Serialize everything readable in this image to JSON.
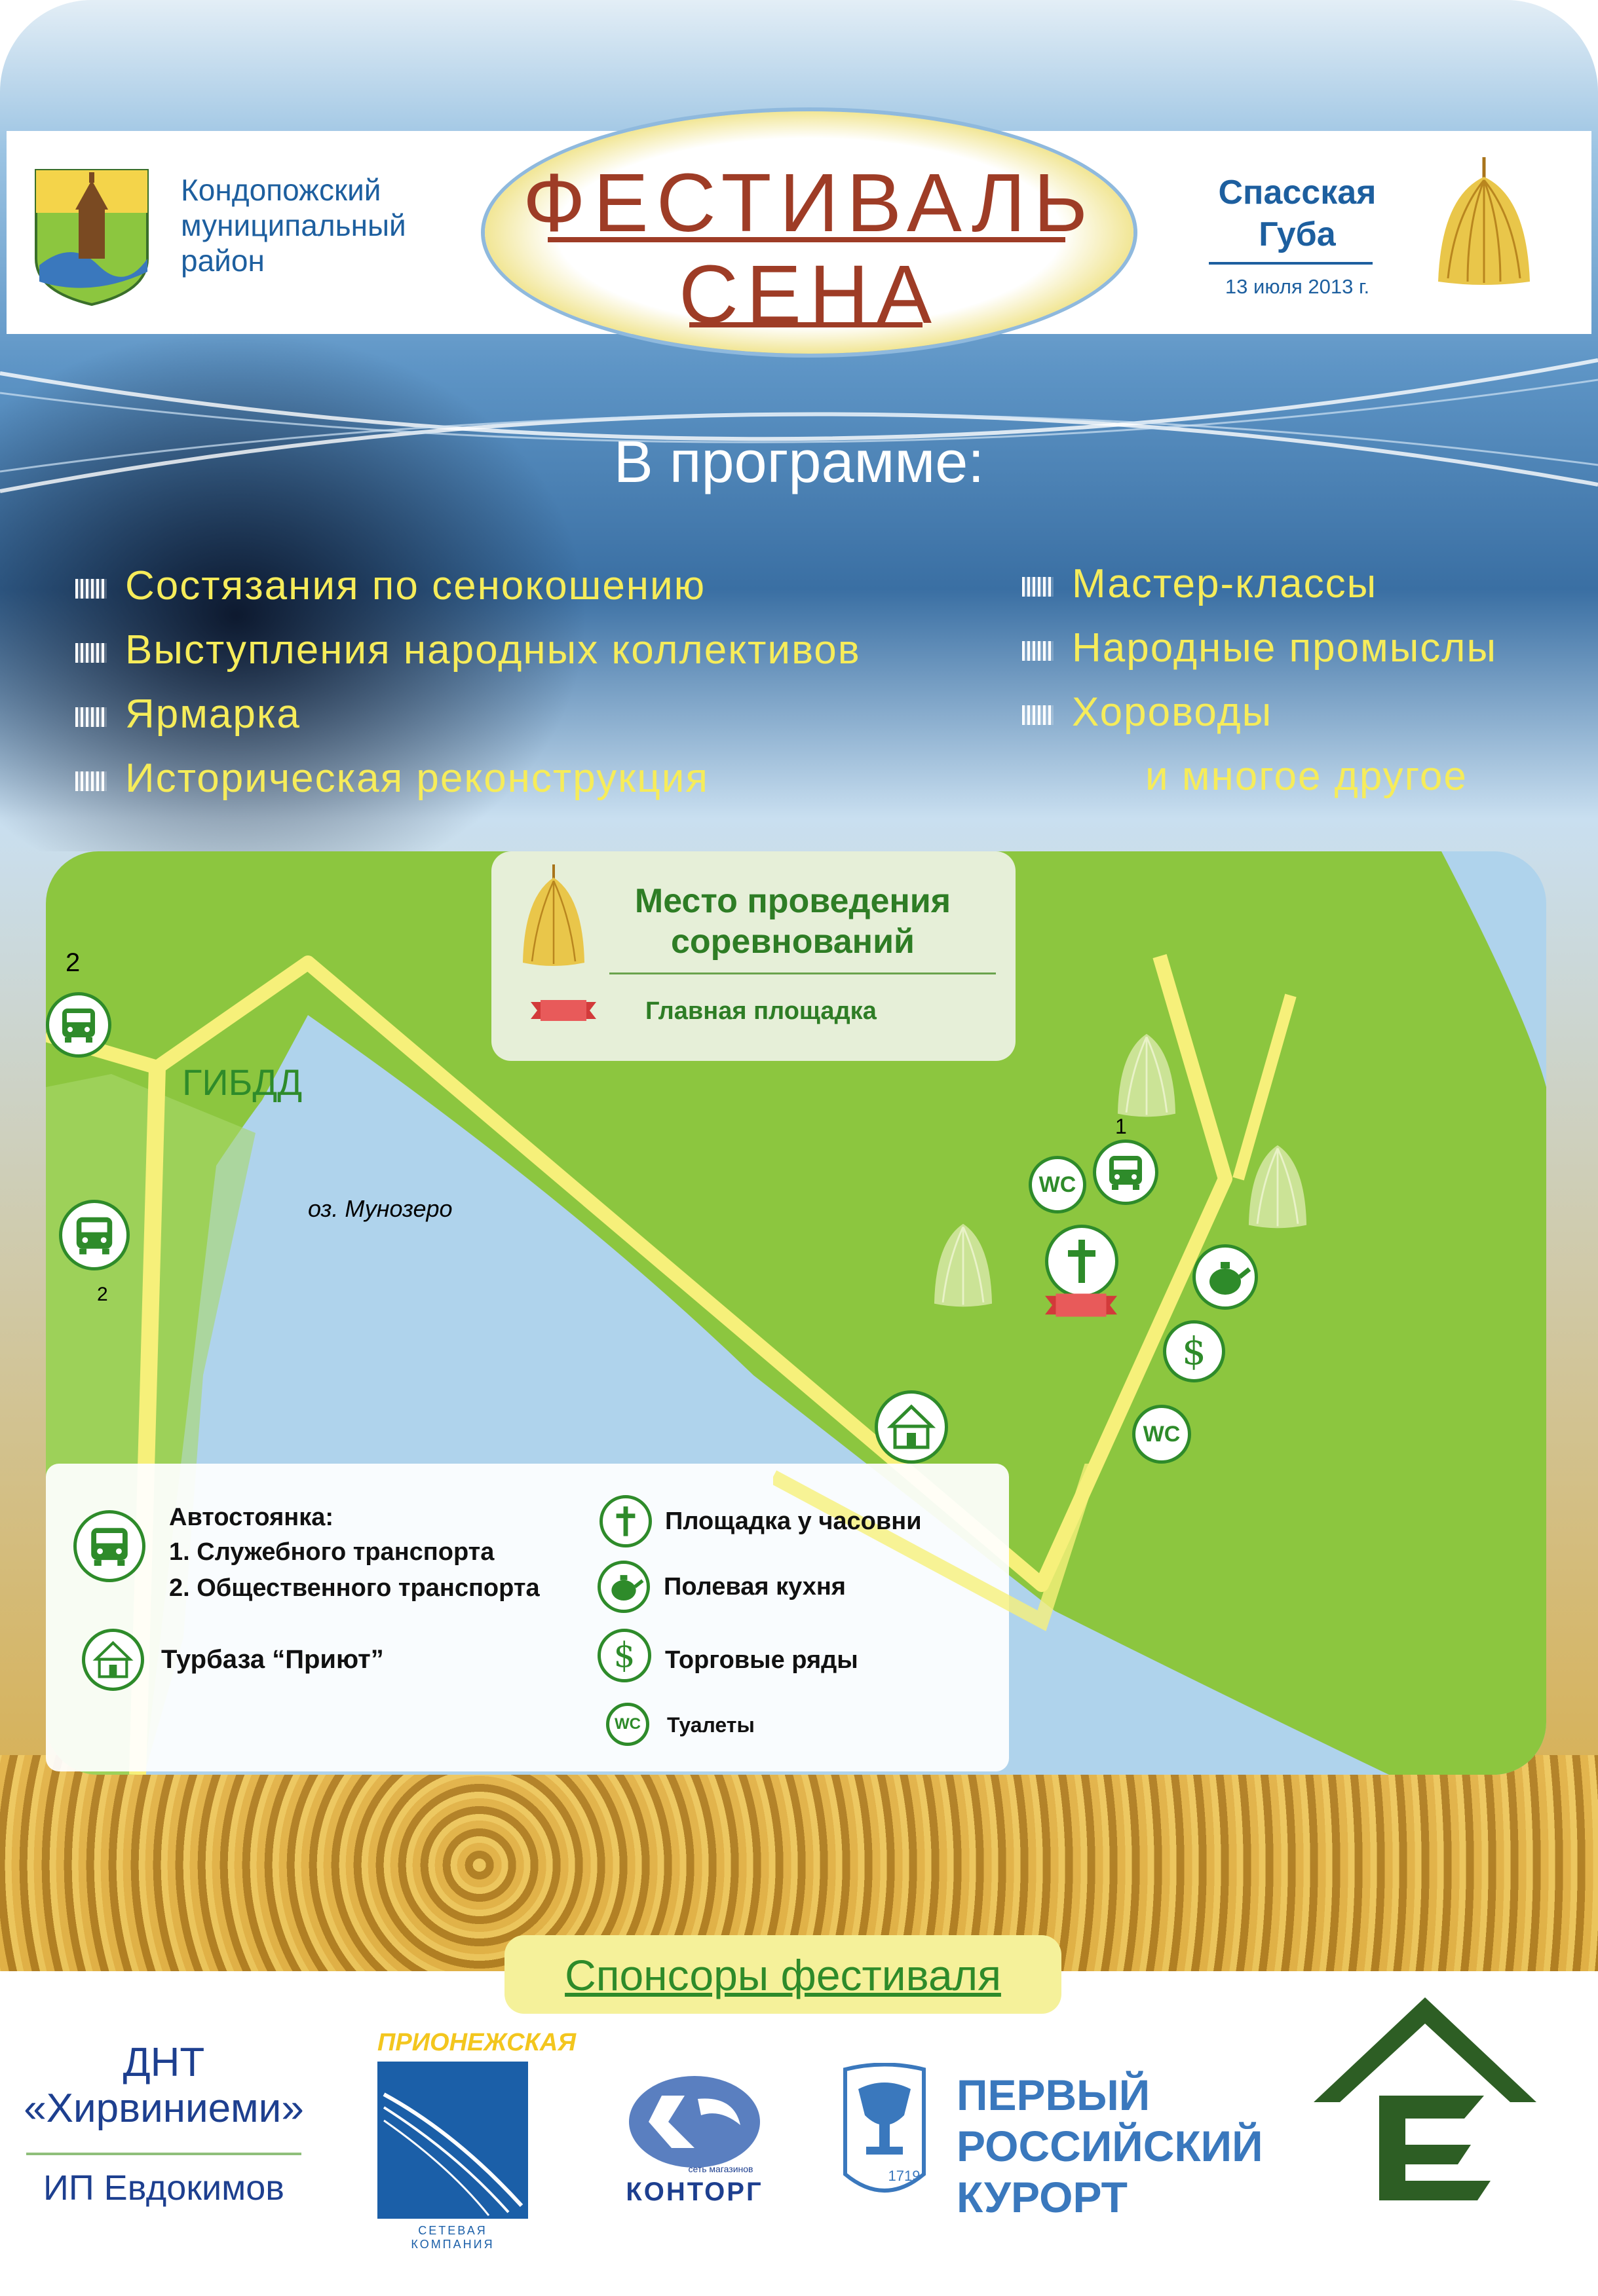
{
  "header": {
    "district_line1": "Кондопожский",
    "district_line2": "муниципальный",
    "district_line3": "район",
    "festival_line1": "ФЕСТИВАЛЬ",
    "festival_line2": "СЕНА",
    "place_line1": "Спасская",
    "place_line2": "Губа",
    "date": "13 июля 2013 г."
  },
  "program": {
    "title": "В программе:",
    "left_items": [
      "Состязания по сенокошению",
      "Выступления народных коллективов",
      "Ярмарка",
      "Историческая реконструкция"
    ],
    "right_items": [
      "Мастер-классы",
      "Народные промыслы",
      "Хороводы"
    ],
    "right_extra": "и многое другое"
  },
  "map": {
    "legend_title_line1": "Место проведения",
    "legend_title_line2": "соревнований",
    "main_stage": "Главная площадка",
    "gibdd": "ГИБДД",
    "lake": "оз. Мунозеро",
    "parking_1": "1",
    "parking_2_top": "2",
    "parking_2_side": "2",
    "wc": "WC"
  },
  "map_legend": {
    "parking_title": "Автостоянка:",
    "parking_1": "1. Служебного транспорта",
    "parking_2": "2. Общественного транспорта",
    "tourbase": "Турбаза “Приют”",
    "chapel": "Площадка у часовни",
    "kitchen": "Полевая кухня",
    "market": "Торговые ряды",
    "toilets": "Туалеты",
    "wc": "WC"
  },
  "sponsors": {
    "title": "Спонсоры фестиваля",
    "dnt_line1": "ДНТ",
    "dnt_line2": "«Хирвиниеми»",
    "ip": "ИП Евдокимов",
    "prionezhskaya": "ПРИОНЕЖСКАЯ",
    "prionezhskaya_sub": "СЕТЕВАЯ КОМПАНИЯ",
    "kontorg": "КОНТОРГ",
    "kontorg_small": "сеть магазинов",
    "resort_line1": "ПЕРВЫЙ",
    "resort_line2": "РОССИЙСКИЙ",
    "resort_line3": "КУРОРТ",
    "resort_year": "1719"
  },
  "colors": {
    "title_brown": "#9e3c26",
    "header_blue": "#1d5f9f",
    "program_yellow": "#f6ec5a",
    "map_green": "#8cc63f",
    "map_water": "#afd3ec",
    "road_yellow": "#f6f07a",
    "icon_green": "#2e8b2a"
  }
}
